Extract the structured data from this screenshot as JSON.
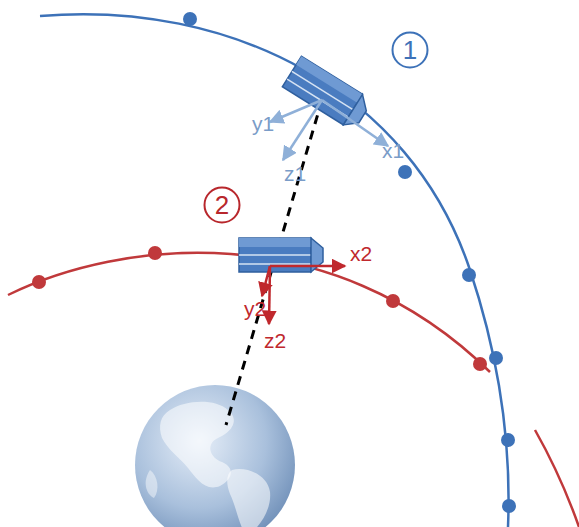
{
  "diagram": {
    "nodes": [
      {
        "text": [
          "1"
        ]
      },
      {
        "text": [
          "2"
        ]
      }
    ],
    "labels": [
      "y1",
      "x1",
      "z1",
      "x2",
      "y2",
      "z2"
    ]
  }
}
